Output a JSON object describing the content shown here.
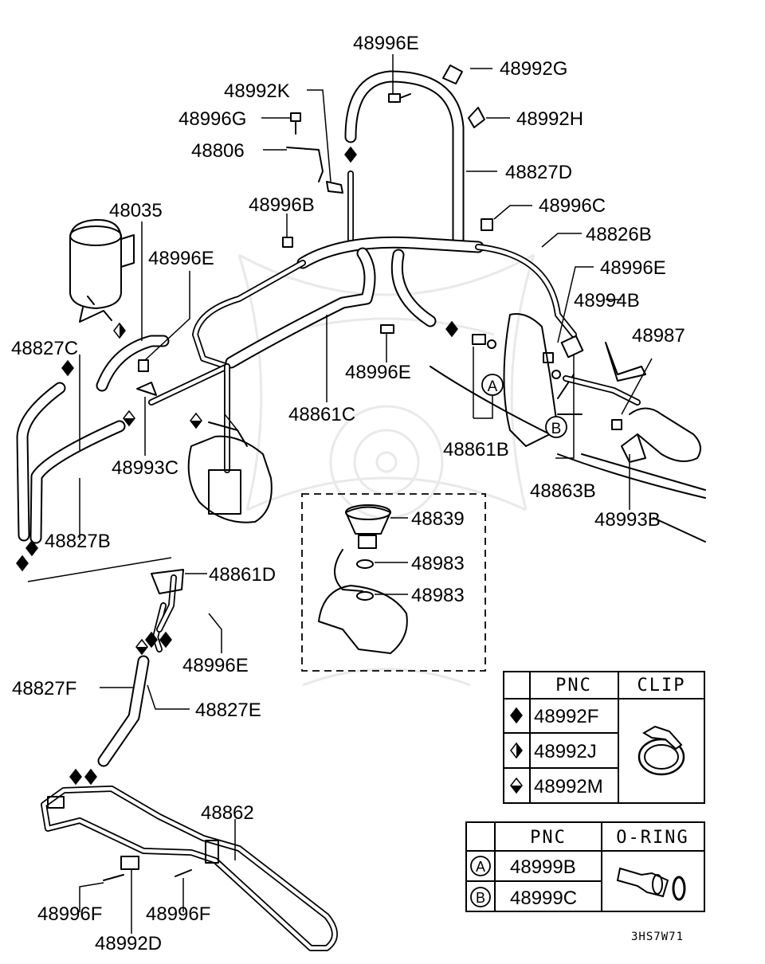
{
  "callouts": [
    {
      "id": "48996E_top",
      "text": "48996E"
    },
    {
      "id": "48992G",
      "text": "48992G"
    },
    {
      "id": "48992K",
      "text": "48992K"
    },
    {
      "id": "48992H",
      "text": "48992H"
    },
    {
      "id": "48996G",
      "text": "48996G"
    },
    {
      "id": "48806",
      "text": "48806"
    },
    {
      "id": "48827D",
      "text": "48827D"
    },
    {
      "id": "48035",
      "text": "48035"
    },
    {
      "id": "48996B",
      "text": "48996B"
    },
    {
      "id": "48996C",
      "text": "48996C"
    },
    {
      "id": "48826B",
      "text": "48826B"
    },
    {
      "id": "48996E_left",
      "text": "48996E"
    },
    {
      "id": "48996E_right",
      "text": "48996E"
    },
    {
      "id": "48994B",
      "text": "48994B"
    },
    {
      "id": "48827C",
      "text": "48827C"
    },
    {
      "id": "48987",
      "text": "48987"
    },
    {
      "id": "48996E_mid",
      "text": "48996E"
    },
    {
      "id": "48861C",
      "text": "48861C"
    },
    {
      "id": "48861B",
      "text": "48861B"
    },
    {
      "id": "48993C",
      "text": "48993C"
    },
    {
      "id": "48863B",
      "text": "48863B"
    },
    {
      "id": "48993B",
      "text": "48993B"
    },
    {
      "id": "48839",
      "text": "48839"
    },
    {
      "id": "48827B",
      "text": "48827B"
    },
    {
      "id": "48983_a",
      "text": "48983"
    },
    {
      "id": "48861D",
      "text": "48861D"
    },
    {
      "id": "48983_b",
      "text": "48983"
    },
    {
      "id": "48996E_low",
      "text": "48996E"
    },
    {
      "id": "48827F",
      "text": "48827F"
    },
    {
      "id": "48827E",
      "text": "48827E"
    },
    {
      "id": "48862",
      "text": "48862"
    },
    {
      "id": "48996F_a",
      "text": "48996F"
    },
    {
      "id": "48996F_b",
      "text": "48996F"
    },
    {
      "id": "48992D",
      "text": "48992D"
    }
  ],
  "markers": {
    "a": "A",
    "b": "B"
  },
  "clip_table": {
    "headers": [
      "PNC",
      "CLIP"
    ],
    "rows": [
      {
        "symbol": "diamond-filled",
        "pnc": "48992F"
      },
      {
        "symbol": "diamond-half",
        "pnc": "48992J"
      },
      {
        "symbol": "diamond-lower-filled",
        "pnc": "48992M"
      }
    ]
  },
  "oring_table": {
    "headers": [
      "PNC",
      "O-RING"
    ],
    "rows": [
      {
        "symbol": "A",
        "pnc": "48999B"
      },
      {
        "symbol": "B",
        "pnc": "48999C"
      }
    ]
  },
  "diagram_code": "3HS7W71"
}
